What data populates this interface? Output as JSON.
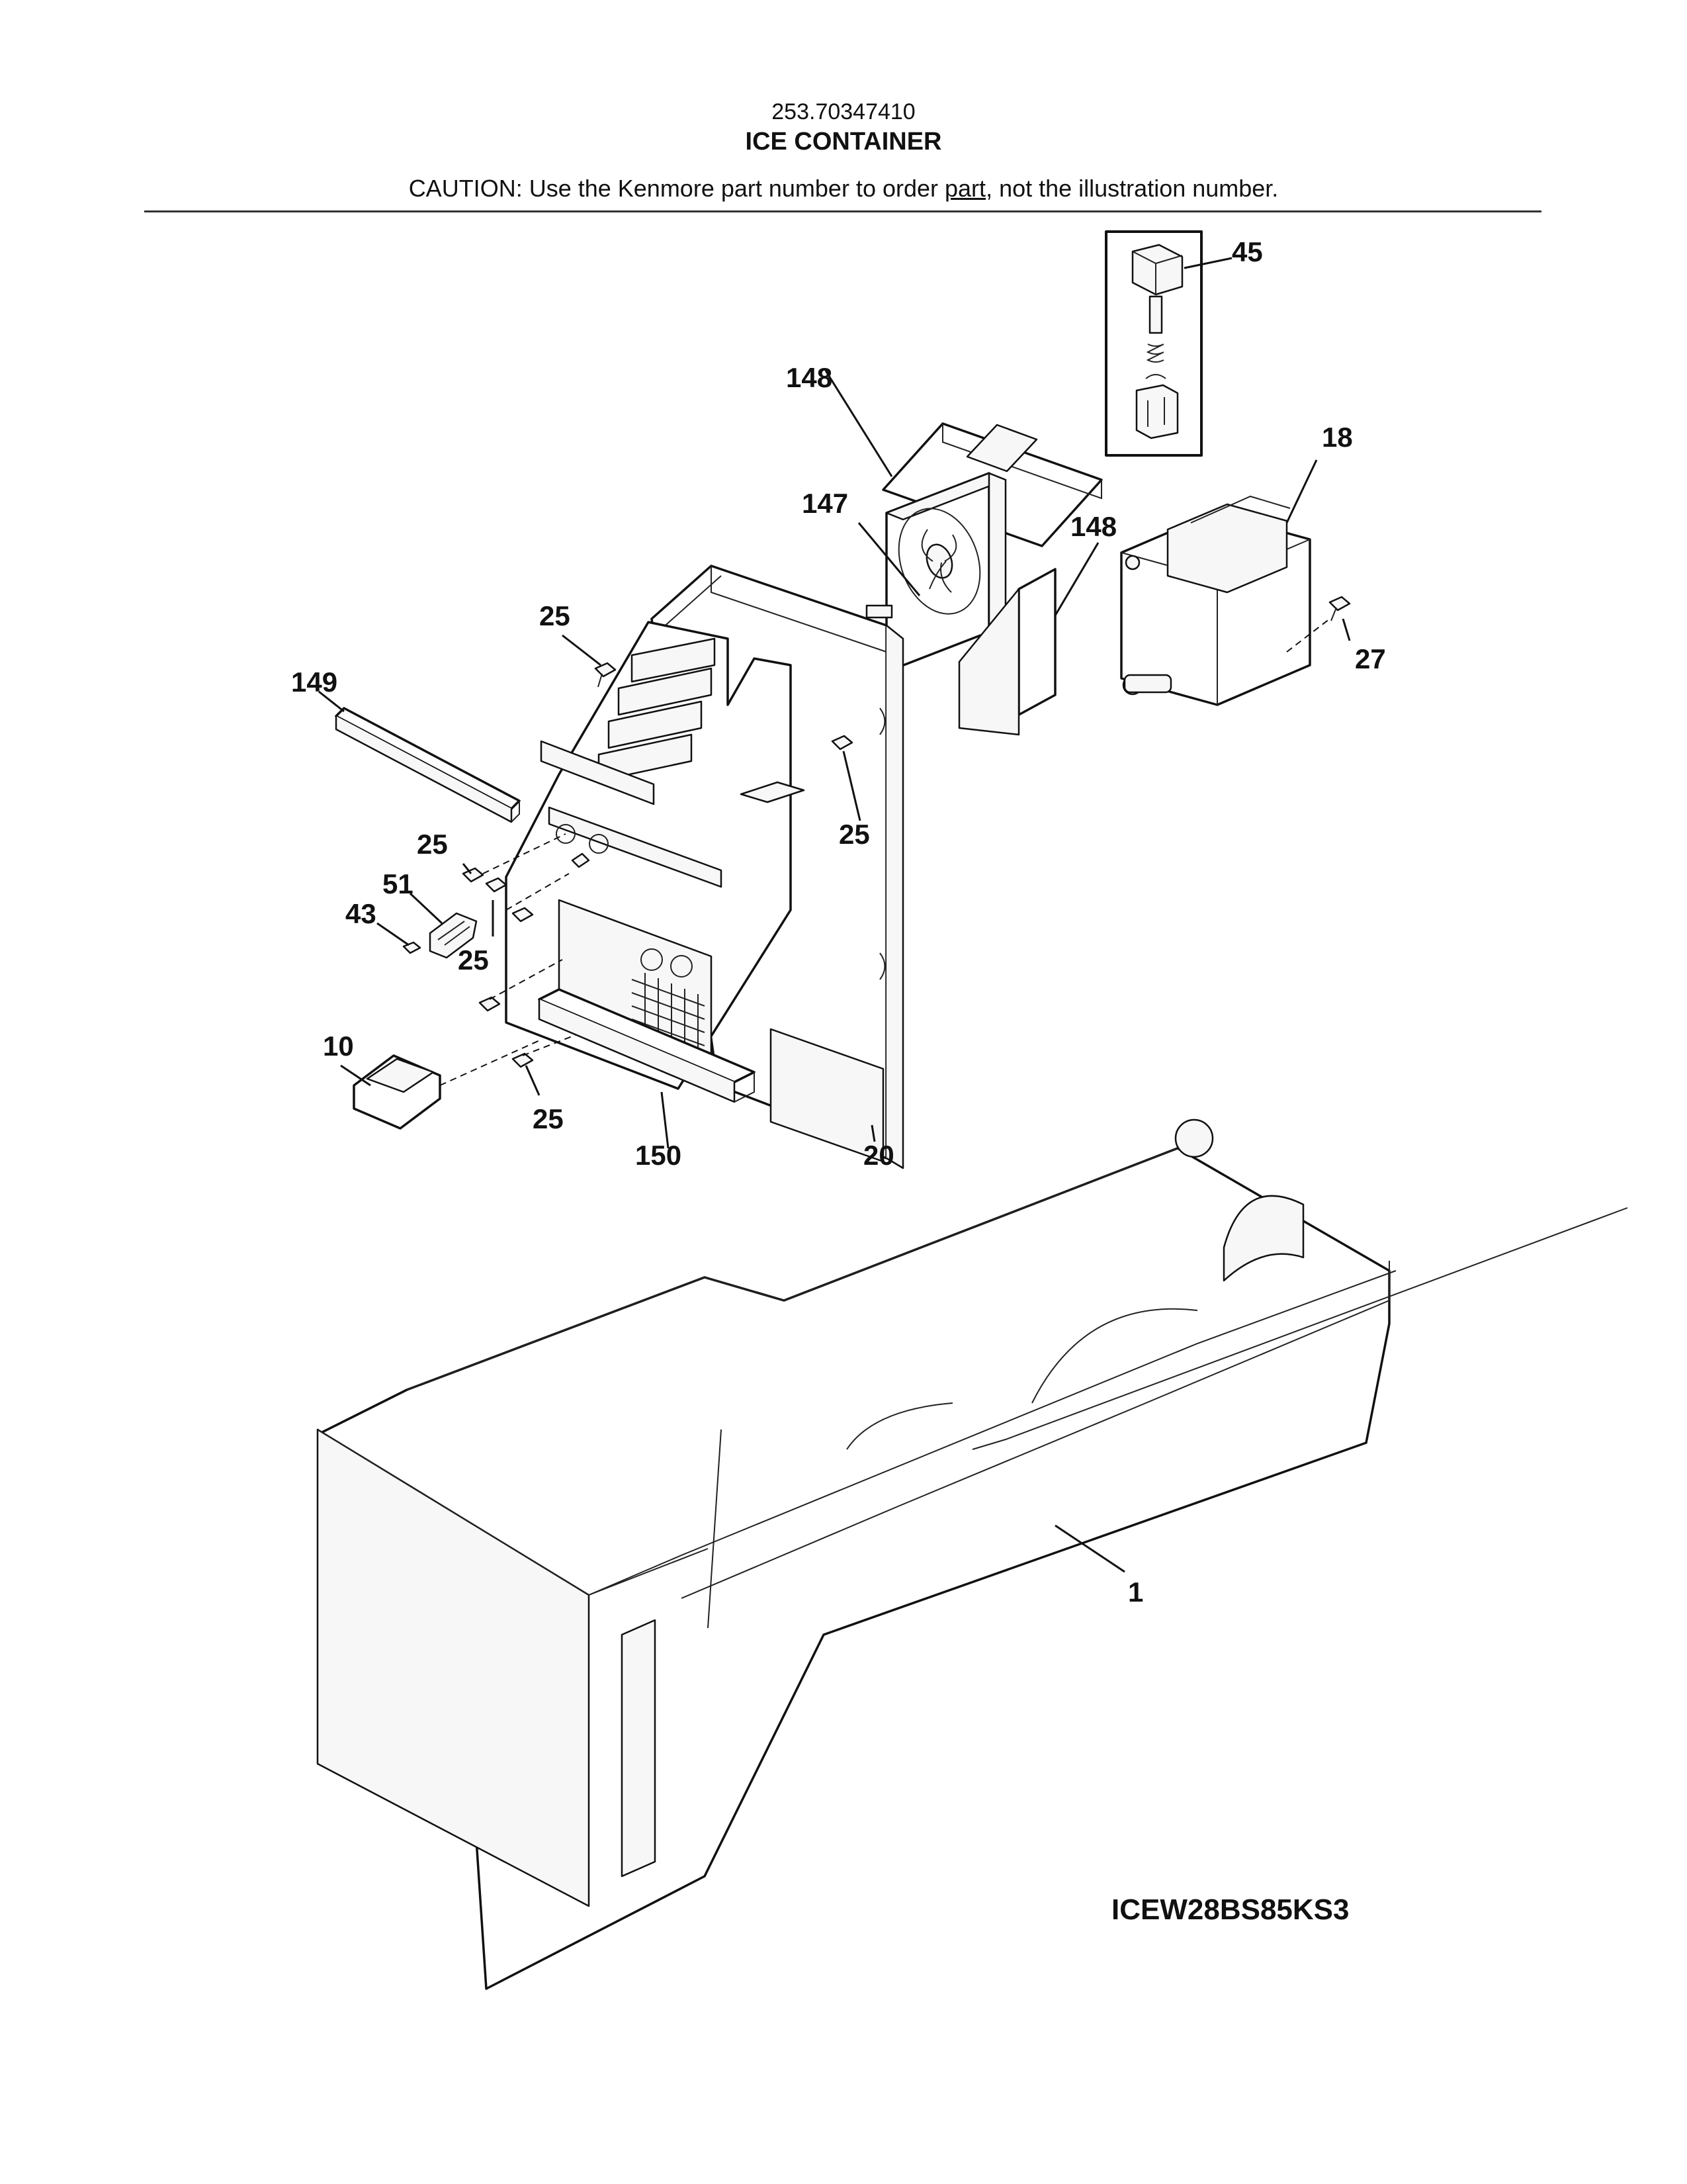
{
  "header": {
    "model_number": "253.70347410",
    "title": "ICE CONTAINER",
    "caution_prefix": "CAUTION: Use the Kenmore part number to order ",
    "caution_underlined": "part",
    "caution_suffix": ", not the illustration number."
  },
  "footer": {
    "diagram_code": "ICEW28BS85KS3"
  },
  "callouts": {
    "c45": "45",
    "c148a": "148",
    "c18": "18",
    "c147": "147",
    "c148b": "148",
    "c25a": "25",
    "c27": "27",
    "c149": "149",
    "c25b": "25",
    "c25c": "25",
    "c51": "51",
    "c43": "43",
    "c25d": "25",
    "c10": "10",
    "c25e": "25",
    "c150": "150",
    "c20": "20",
    "c1": "1"
  }
}
